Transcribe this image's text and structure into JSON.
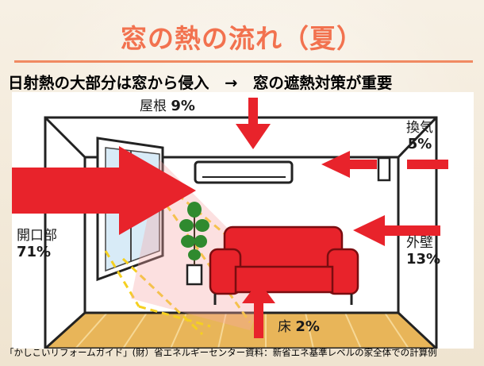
{
  "title": "窓の熱の流れ（夏）",
  "subtitle": "日射熱の大部分は窓から侵入　→　窓の遮熱対策が重要",
  "labels": {
    "roof": {
      "name": "屋根",
      "value": "9%"
    },
    "ventilation": {
      "name": "換気",
      "value": "5%"
    },
    "opening": {
      "name": "開口部",
      "value": "71%"
    },
    "outer_wall": {
      "name": "外壁",
      "value": "13%"
    },
    "floor": {
      "name": "床",
      "value": "2%"
    }
  },
  "caption": "「かしこいリフォームガイド」(財）省エネルギーセンター資料：新省エネ基準レベルの家全体での計算例",
  "colors": {
    "title": "#f2724f",
    "arrow": "#e8232b",
    "sofa": "#e8232b",
    "floor": "#e8b559",
    "plant": "#2f8a2f",
    "sunbeam": "#f5d020"
  }
}
